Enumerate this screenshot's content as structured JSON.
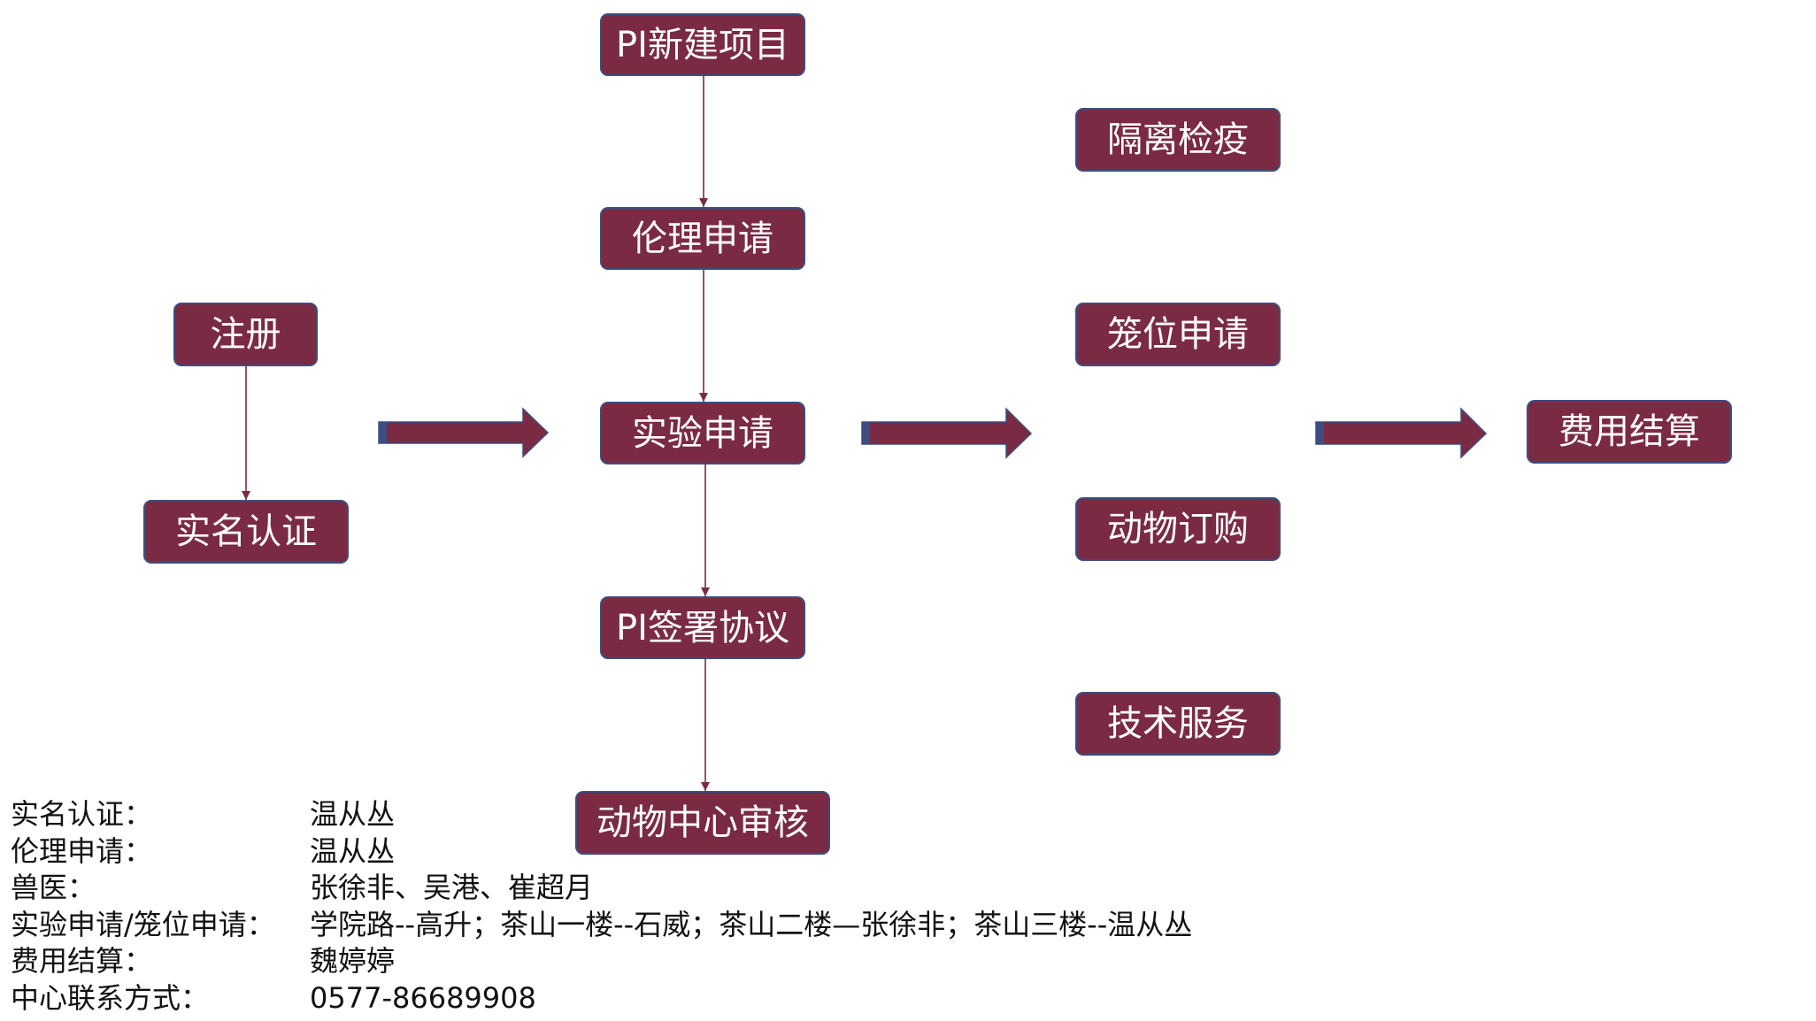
{
  "colors": {
    "box_fill": "#7b2a43",
    "box_border": "#3d4d80",
    "box_text": "#ffffff",
    "connector": "#7b2a43",
    "arrow_fill": "#7b2a43",
    "arrow_tail": "#3d4d80",
    "info_text": "#111111"
  },
  "nodes": {
    "register": "注册",
    "realname": "实名认证",
    "pi_new_project": "PI新建项目",
    "ethics": "伦理申请",
    "experiment": "实验申请",
    "pi_sign": "PI签署协议",
    "center_review": "动物中心审核",
    "quarantine": "隔离检疫",
    "cage": "笼位申请",
    "order": "动物订购",
    "tech": "技术服务",
    "settlement": "费用结算"
  },
  "contacts": [
    {
      "label": "实名认证：",
      "value": "温从丛"
    },
    {
      "label": "伦理申请：",
      "value": "温从丛"
    },
    {
      "label": "兽医：",
      "value": "张徐非、吴港、崔超月"
    },
    {
      "label": "实验申请/笼位申请：",
      "value": "学院路--高升；茶山一楼--石威；茶山二楼—张徐非；茶山三楼--温从丛"
    },
    {
      "label": "费用结算：",
      "value": "魏婷婷"
    },
    {
      "label": "中心联系方式：",
      "value": "0577-86689908"
    }
  ]
}
